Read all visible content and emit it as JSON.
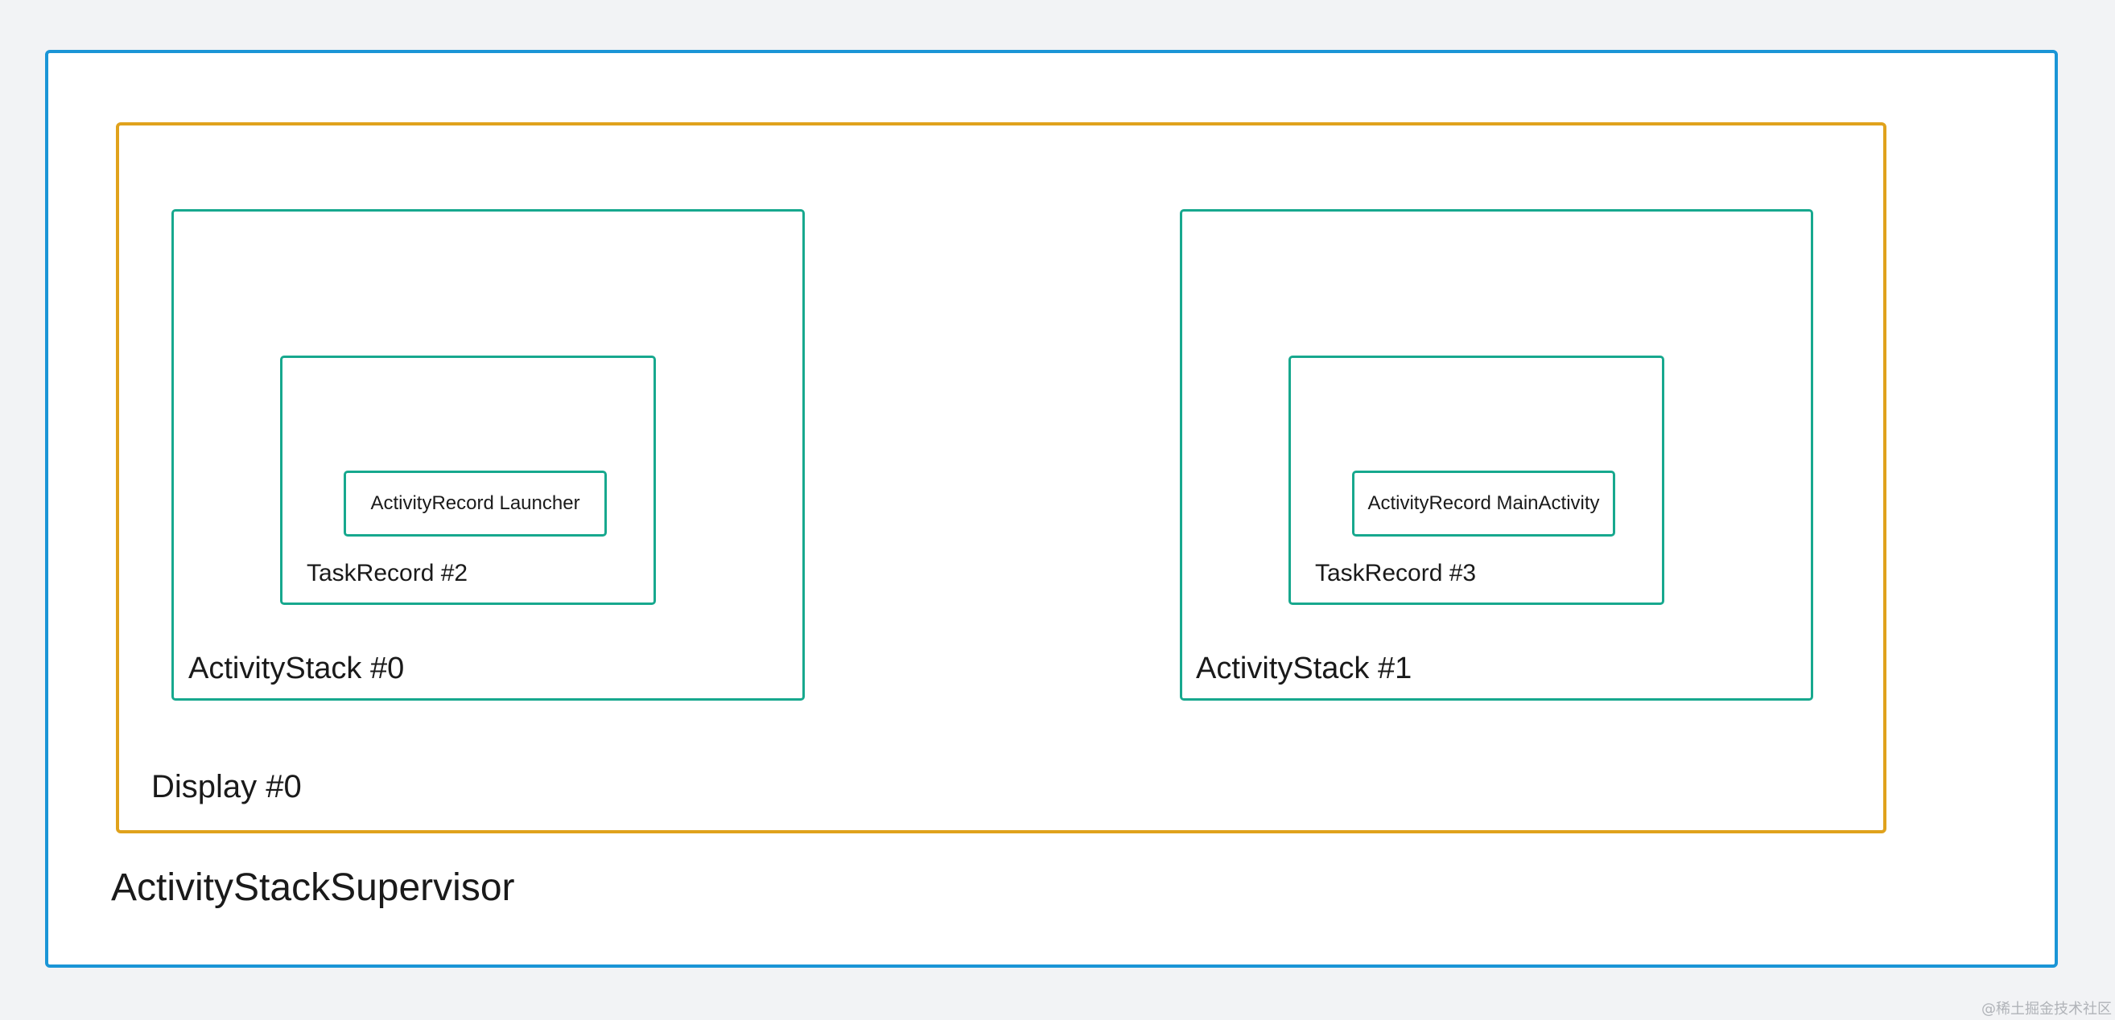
{
  "supervisor": {
    "label": "ActivityStackSupervisor"
  },
  "display": {
    "label": "Display #0"
  },
  "stacks": [
    {
      "label": "ActivityStack #0",
      "task": {
        "label": "TaskRecord #2",
        "record": "ActivityRecord Launcher"
      }
    },
    {
      "label": "ActivityStack #1",
      "task": {
        "label": "TaskRecord #3",
        "record": "ActivityRecord MainActivity"
      }
    }
  ],
  "watermark": "@稀土掘金技术社区",
  "colors": {
    "supervisor_border": "#1a95d6",
    "display_border": "#e0a21c",
    "stack_border": "#17a88e",
    "background": "#f2f3f5"
  }
}
